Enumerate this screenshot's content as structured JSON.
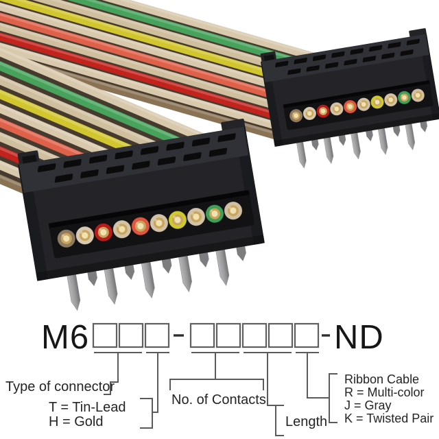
{
  "photo": {
    "contact_colors": [
      "#8d7a60",
      "#d8c9b2",
      "#b51d1d",
      "#d2c2a8",
      "#e05540",
      "#d2c2a8",
      "#cfc930",
      "#d2c2a8",
      "#3f9e57",
      "#d0bfa4"
    ],
    "ribbon_colors_top_to_bottom": [
      "#d8c9ad",
      "#47a35c",
      "#cfbf9f",
      "#d2c62f",
      "#d8c9ad",
      "#e0614a",
      "#cfbf9f",
      "#c2231c",
      "#d8c9ad",
      "#8a7355"
    ],
    "twist_tail_colors": [
      "#d8c9ad",
      "#c2231c",
      "#cfbf9f",
      "#e0614a",
      "#d8c9ad",
      "#d2c62f"
    ],
    "body_color": "#242428",
    "body_top_color": "#303136",
    "body_side_color": "#1a1b1e",
    "slot_color": "#0b0b0c",
    "recess_color": "#121214",
    "gap_color": "#463a2e",
    "pin_color_light": "#b6b6b8",
    "pin_color_mid": "#8f8f91",
    "pin_color_back": "#7d7d80",
    "gold_ring": "#c9a55e",
    "gold_center": "#f0e2b0"
  },
  "diagram": {
    "prefix": "M6",
    "dash": "-",
    "suffix": "ND",
    "group1_boxes": 3,
    "group2_boxes": 5,
    "labels": {
      "type_of_connector": "Type of connector",
      "plating_t": "T = Tin-Lead",
      "plating_h": "H = Gold",
      "contacts": "No. of Contacts",
      "length": "Length",
      "ribbon_title": "Ribbon Cable",
      "ribbon_r": "R = Multi-color",
      "ribbon_j": "J = Gray",
      "ribbon_k": "K = Twisted Pair"
    }
  }
}
